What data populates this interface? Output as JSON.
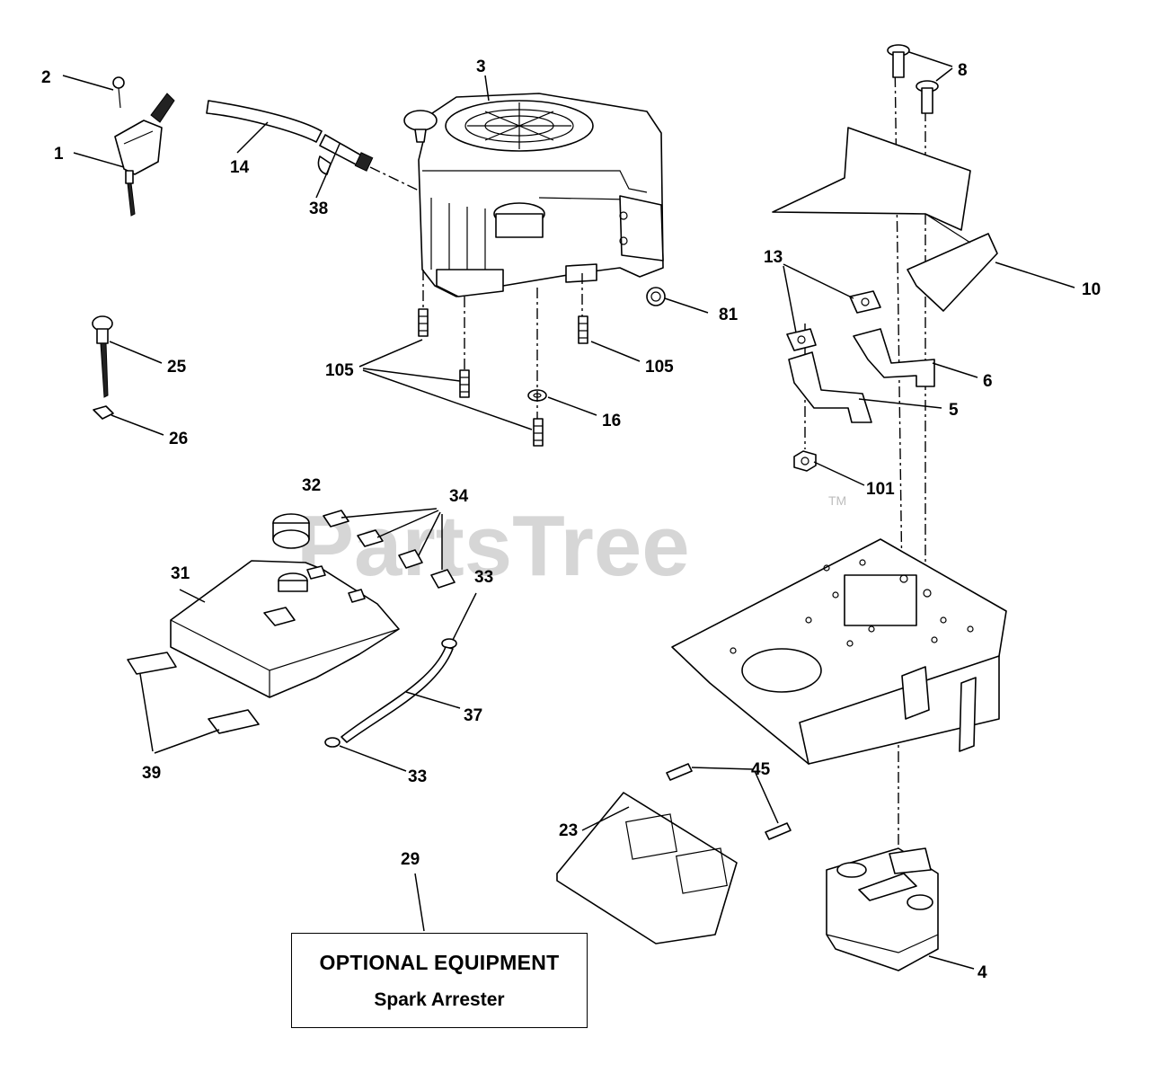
{
  "watermark": {
    "text": "PartsTree",
    "mark": "TM"
  },
  "callouts": {
    "c1": "1",
    "c2": "2",
    "c3": "3",
    "c4": "4",
    "c5": "5",
    "c6": "6",
    "c8": "8",
    "c10": "10",
    "c13": "13",
    "c14": "14",
    "c16": "16",
    "c23": "23",
    "c25": "25",
    "c26": "26",
    "c29": "29",
    "c31": "31",
    "c32": "32",
    "c33a": "33",
    "c33b": "33",
    "c34": "34",
    "c37": "37",
    "c38": "38",
    "c39": "39",
    "c45": "45",
    "c81": "81",
    "c101": "101",
    "c105a": "105",
    "c105b": "105"
  },
  "optional_box": {
    "title": "OPTIONAL EQUIPMENT",
    "subtitle": "Spark Arrester"
  }
}
